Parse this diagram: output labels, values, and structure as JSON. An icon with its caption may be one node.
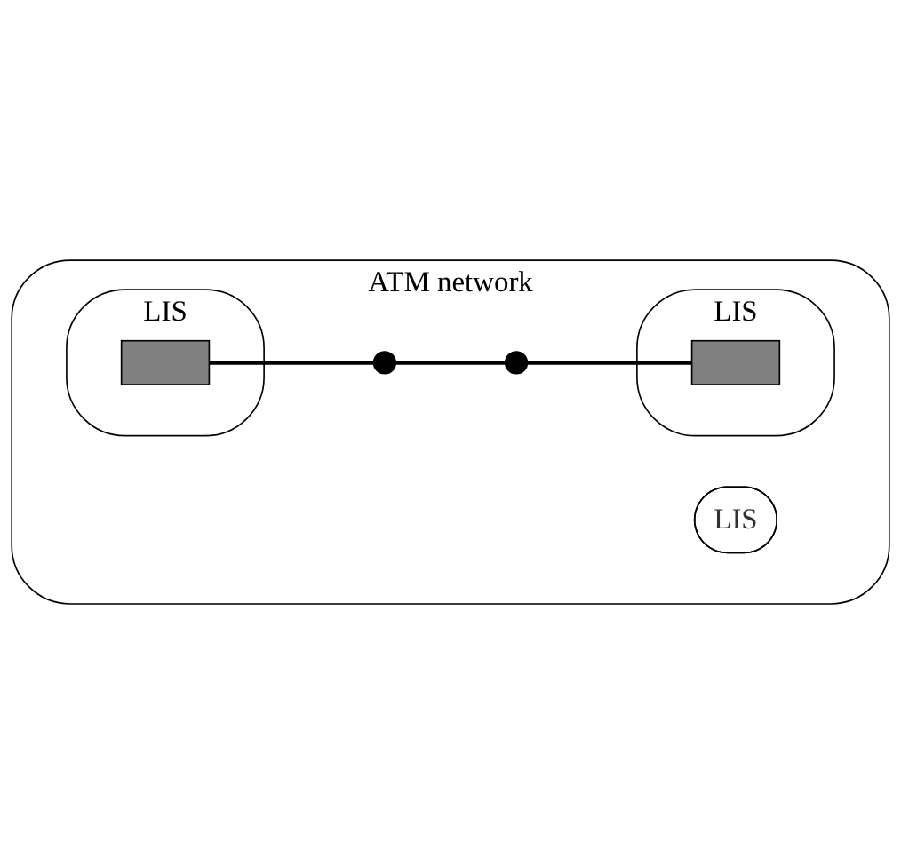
{
  "diagram": {
    "nodes": [
      {
        "text": [
          "ATM network"
        ]
      },
      {
        "text": [
          "LIS"
        ],
        "in": 0
      },
      {
        "text": [],
        "shape": "box",
        "in": 1
      },
      {
        "text": [],
        "shape": "circle",
        "in": 0
      },
      {
        "text": [
          "LIS"
        ],
        "in": 0
      },
      {
        "text": [],
        "shape": "circle",
        "in": 0
      },
      {
        "text": [
          "LIS"
        ],
        "in": 0
      },
      {
        "text": [],
        "shape": "box",
        "in": 6
      }
    ],
    "edges": [
      {
        "from": 2,
        "to": 3,
        "arrow": "none"
      },
      {
        "from": 3,
        "to": 5,
        "arrow": "none"
      },
      {
        "from": 5,
        "to": 7,
        "arrow": "none"
      }
    ]
  }
}
